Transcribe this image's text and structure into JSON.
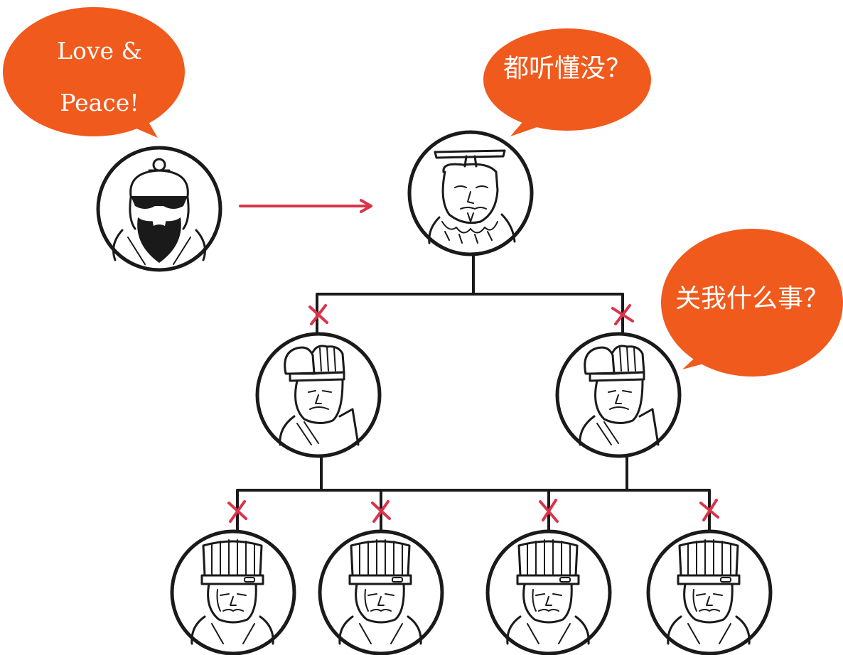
{
  "colors": {
    "bubble": "#f05a1c",
    "cut_mark": "#d9344a",
    "arrow": "#d9344a",
    "ink": "#1a1a1a"
  },
  "bubbles": {
    "outsider": {
      "line1": "Love &",
      "line2": "Peace!"
    },
    "emperor": {
      "text": "都听懂没？"
    },
    "minister_right": {
      "text": "关我什么事？"
    }
  },
  "nodes": {
    "outsider": {
      "icon": "bearded-man-sunglasses-icon"
    },
    "emperor": {
      "icon": "emperor-icon"
    },
    "ministers": [
      {
        "icon": "minister-icon"
      },
      {
        "icon": "minister-icon"
      }
    ],
    "officials": [
      {
        "icon": "official-icon"
      },
      {
        "icon": "official-icon"
      },
      {
        "icon": "official-icon"
      },
      {
        "icon": "official-icon"
      }
    ]
  }
}
